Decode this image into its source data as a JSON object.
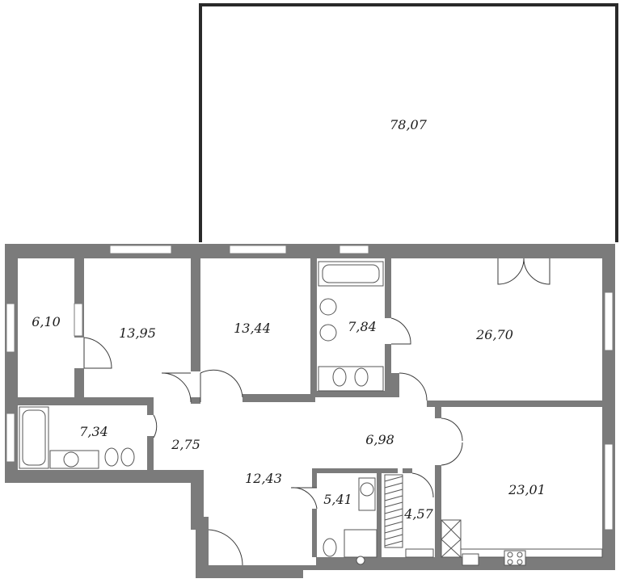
{
  "plan": {
    "rooms": [
      {
        "id": "terrace",
        "area": "78,07"
      },
      {
        "id": "bedroom-small",
        "area": "6,10"
      },
      {
        "id": "bedroom-a",
        "area": "13,95"
      },
      {
        "id": "bedroom-b",
        "area": "13,44"
      },
      {
        "id": "bathroom-master",
        "area": "7,84"
      },
      {
        "id": "living-room",
        "area": "26,70"
      },
      {
        "id": "bathroom-left",
        "area": "7,34"
      },
      {
        "id": "vestibule",
        "area": "2,75"
      },
      {
        "id": "corridor",
        "area": "6,98"
      },
      {
        "id": "hall",
        "area": "12,43"
      },
      {
        "id": "wc",
        "area": "5,41"
      },
      {
        "id": "storage",
        "area": "4,57"
      },
      {
        "id": "kitchen",
        "area": "23,01"
      }
    ]
  }
}
